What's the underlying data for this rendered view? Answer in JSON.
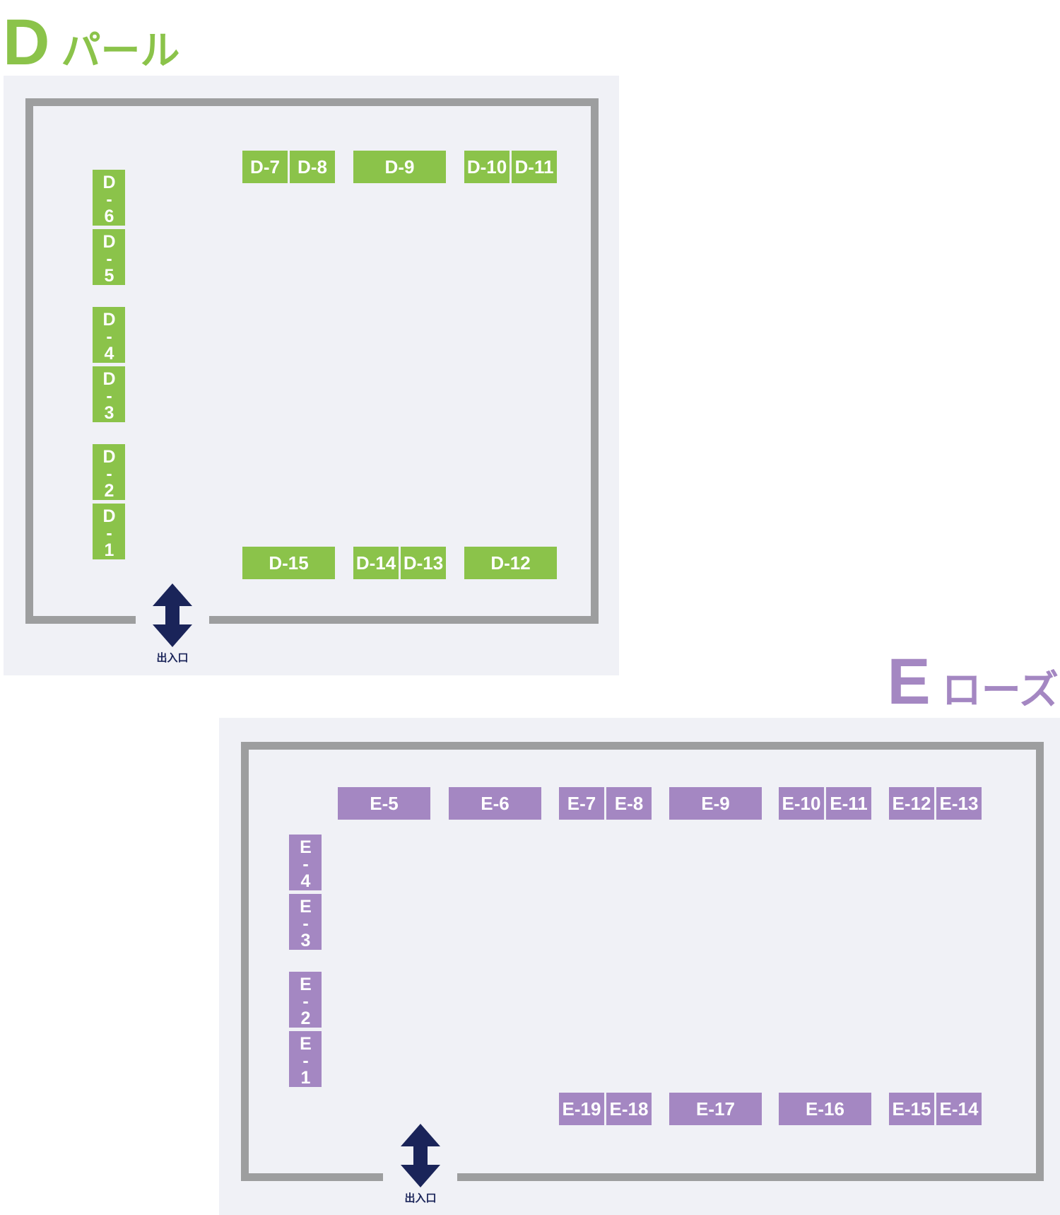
{
  "rooms": {
    "d": {
      "letter": "D",
      "name": "パール",
      "color": "#8bc34a",
      "entrance_label": "出入口",
      "booths": [
        "D-1",
        "D-2",
        "D-3",
        "D-4",
        "D-5",
        "D-6",
        "D-7",
        "D-8",
        "D-9",
        "D-10",
        "D-11",
        "D-12",
        "D-13",
        "D-14",
        "D-15"
      ]
    },
    "e": {
      "letter": "E",
      "name": "ローズ",
      "color": "#a487c2",
      "entrance_label": "出入口",
      "booths": [
        "E-1",
        "E-2",
        "E-3",
        "E-4",
        "E-5",
        "E-6",
        "E-7",
        "E-8",
        "E-9",
        "E-10",
        "E-11",
        "E-12",
        "E-13",
        "E-14",
        "E-15",
        "E-16",
        "E-17",
        "E-18",
        "E-19"
      ]
    }
  },
  "colors": {
    "panel": "#f0f1f6",
    "wall": "#9d9e9f",
    "entrance_arrow": "#1a2459"
  },
  "icons": {
    "entrance": "double-arrow-vertical-icon"
  }
}
